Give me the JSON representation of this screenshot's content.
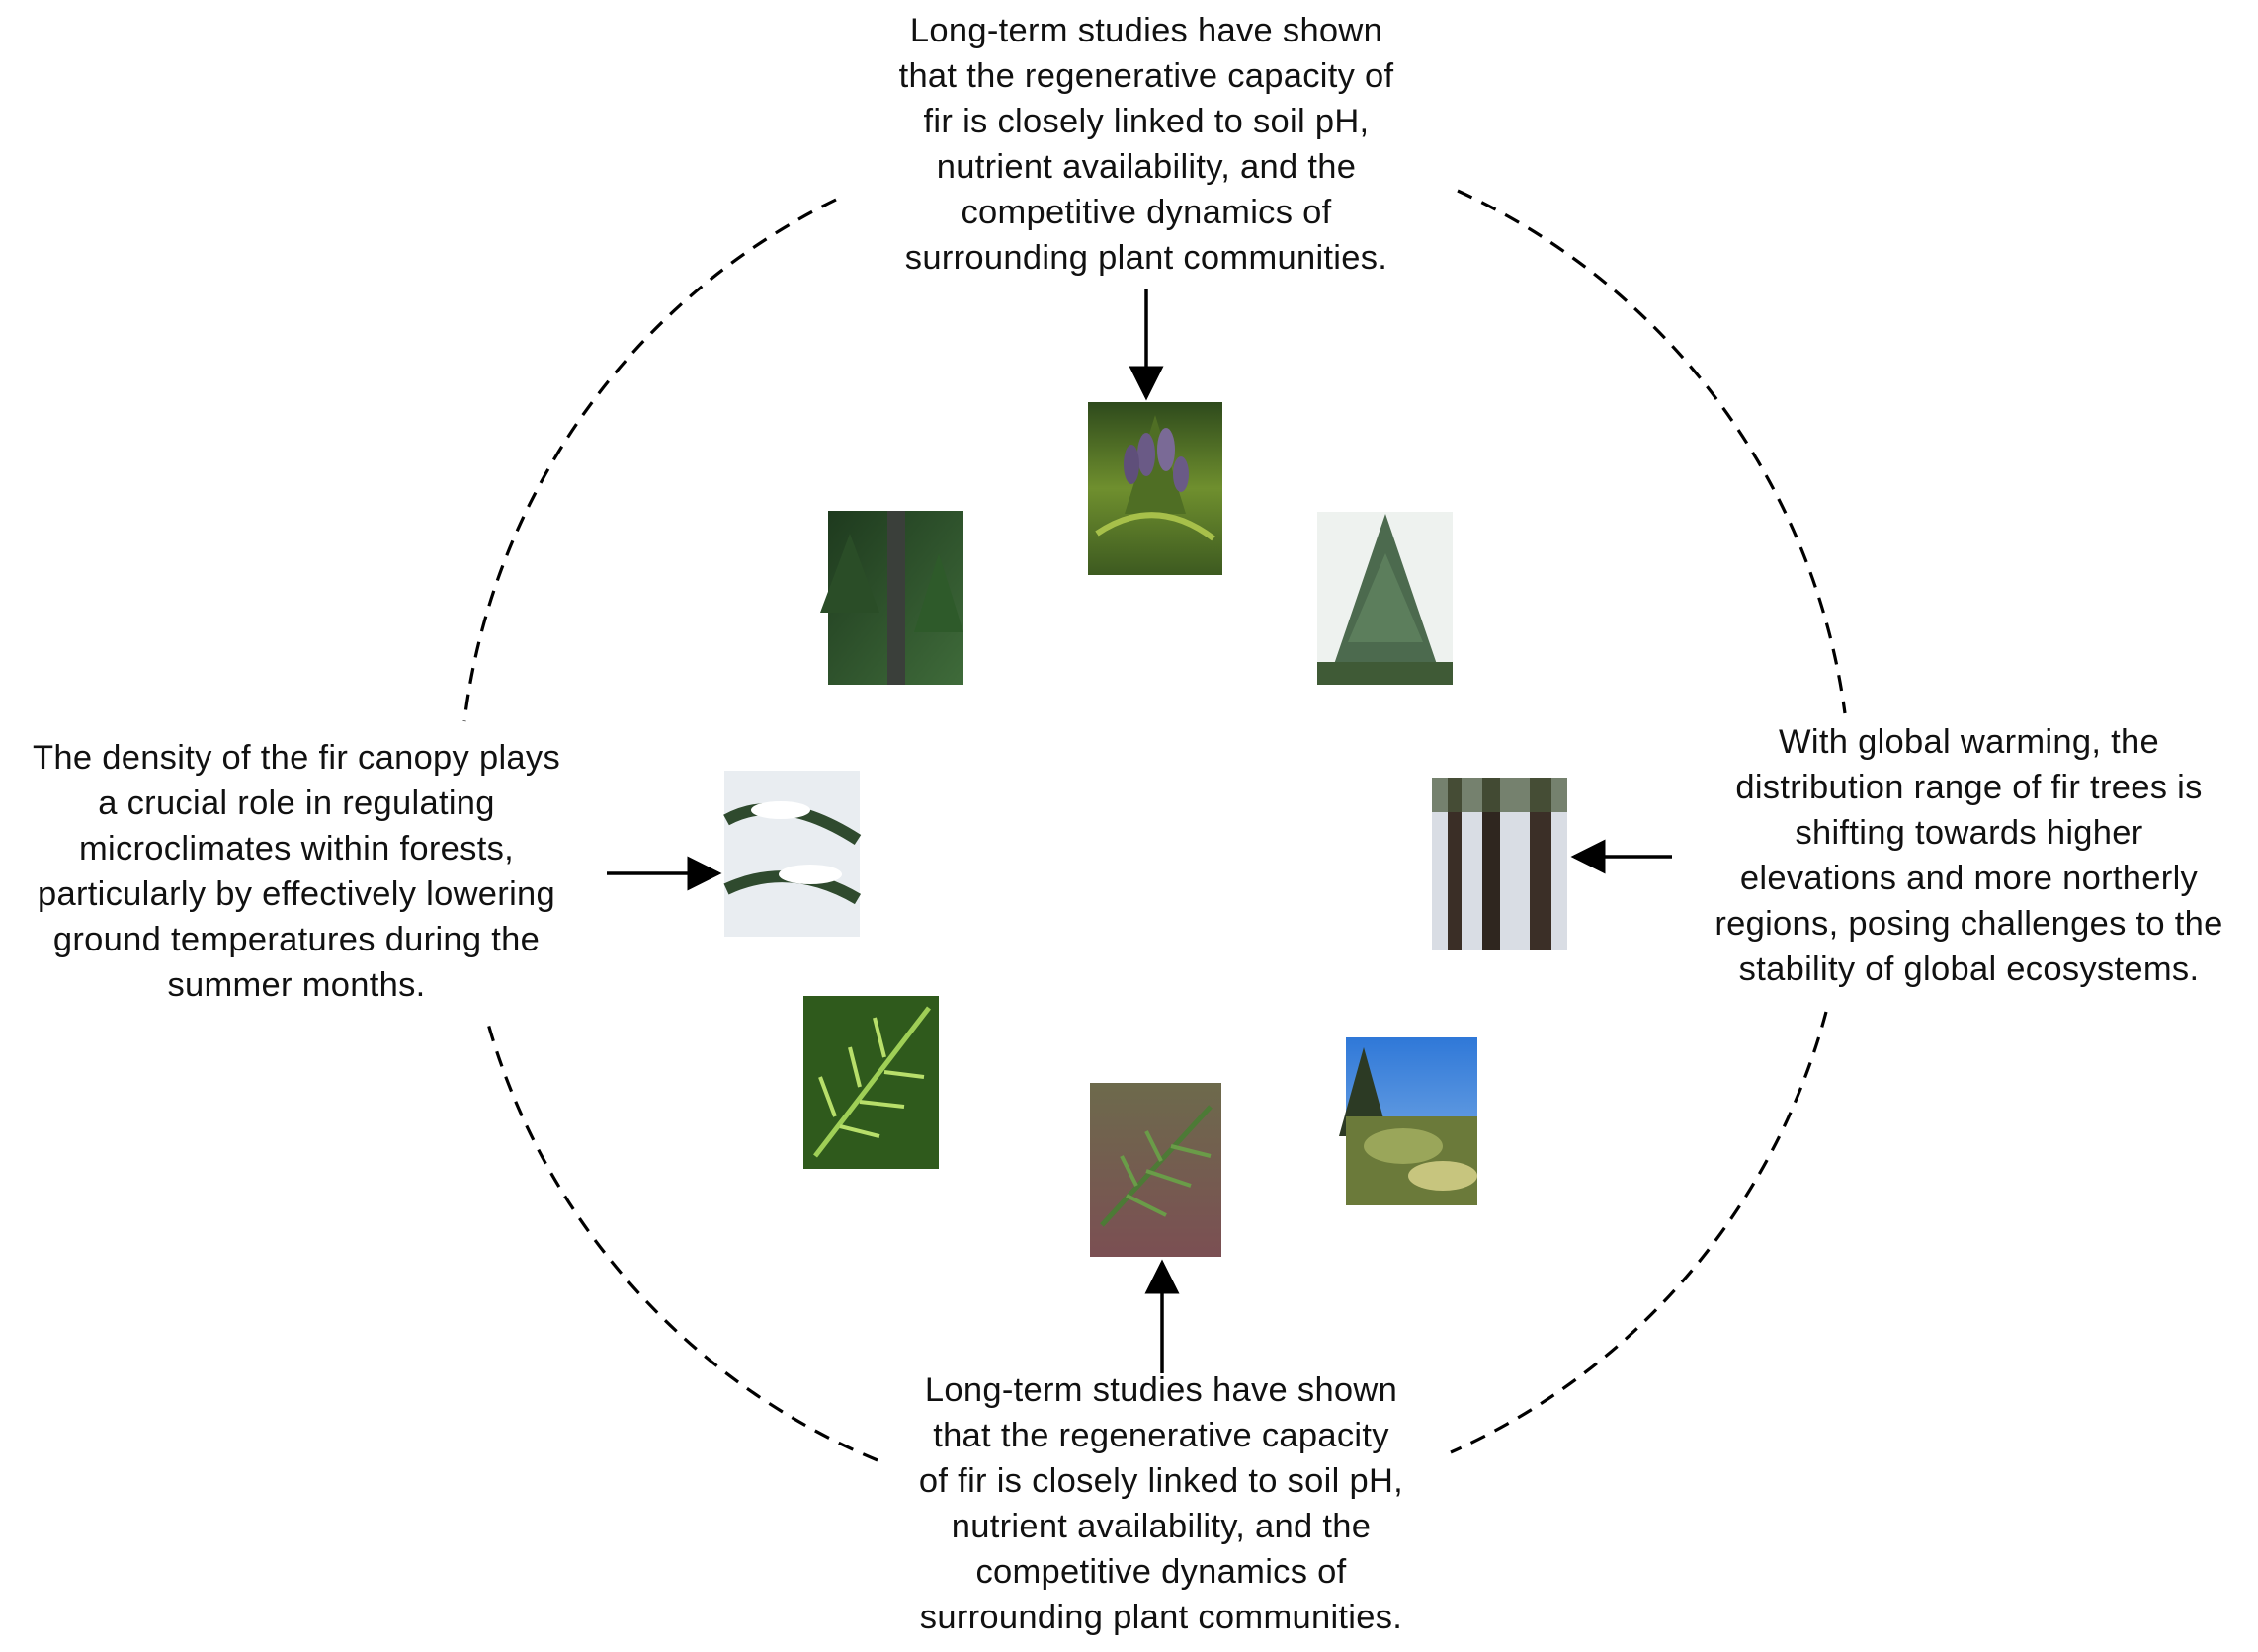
{
  "captions": {
    "top": "Long-term studies have shown\nthat the regenerative capacity of\nfir is closely linked to soil pH,\nnutrient availability, and the\ncompetitive dynamics of\nsurrounding plant communities.",
    "left": "The density of the fir canopy plays\na crucial role in regulating\nmicroclimates within forests,\nparticularly by effectively lowering\nground temperatures during the\nsummer months.",
    "right": "With global warming, the\ndistribution range of fir trees is\nshifting towards higher\nelevations and more northerly\nregions, posing challenges to the\nstability of global ecosystems.",
    "bottom": "Long-term studies have shown\nthat the regenerative capacity\nof fir is closely linked to soil pH,\nnutrient availability, and the\ncompetitive dynamics of\nsurrounding plant communities."
  },
  "photos": [
    {
      "name": "photo-fir-cones",
      "subject": "fir branch with upright cones"
    },
    {
      "name": "photo-fir-crown",
      "subject": "conical fir crown against pale sky"
    },
    {
      "name": "photo-fir-trunks",
      "subject": "fir trunks with snowy background"
    },
    {
      "name": "photo-fir-sunny-slope",
      "subject": "young firs under blue sky"
    },
    {
      "name": "photo-fir-seedling",
      "subject": "fir seedling on forest floor"
    },
    {
      "name": "photo-fir-needles",
      "subject": "bright green fir needles close-up"
    },
    {
      "name": "photo-fir-snow-branches",
      "subject": "fir branches covered in snow"
    },
    {
      "name": "photo-fir-forest-trunk",
      "subject": "fir forest with tall trunk"
    }
  ],
  "colors": {
    "line": "#000000",
    "text": "#111111",
    "background": "#ffffff"
  }
}
